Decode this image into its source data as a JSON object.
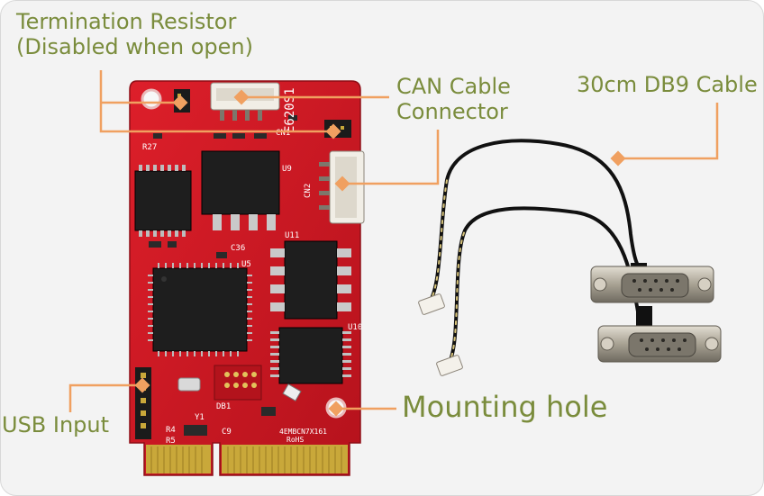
{
  "callouts": {
    "termination": {
      "line1": "Termination Resistor",
      "line2": "(Disabled when open)"
    },
    "can": {
      "line1": "CAN Cable",
      "line2": "Connector"
    },
    "db9": {
      "text": "30cm DB9 Cable"
    },
    "usb": {
      "text": "USB Input"
    },
    "mounting": {
      "text": "Mounting hole"
    }
  },
  "board_markings": {
    "part_no": "E620S1",
    "cn1": "CN1",
    "cn2": "CN2",
    "u9": "U9",
    "u10": "U10",
    "u11": "U11",
    "u5": "U5",
    "r27": "R27",
    "c36": "C36",
    "db1": "DB1",
    "y1": "Y1",
    "c9": "C9",
    "r4": "R4",
    "r5": "R5",
    "model": "4EMBCN7X161",
    "rohs": "RoHS"
  },
  "colors": {
    "label_text": "#7a8c3c",
    "leader_line": "#f0a060",
    "pcb_red": "#d11a24",
    "gold_finger": "#c9a83a",
    "chip_black": "#1e1e1e",
    "connector_white": "#f1eee6",
    "cable_black": "#111111",
    "db9_metal": "#b9b3a5"
  }
}
